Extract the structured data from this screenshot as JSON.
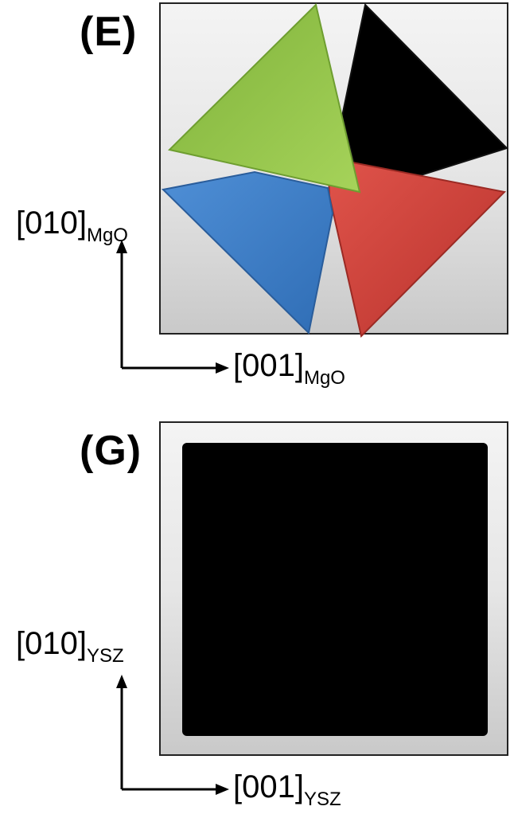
{
  "panels": [
    {
      "id": "E",
      "label": "(E)",
      "axis_vertical": {
        "main": "[010]",
        "sub": "MgO"
      },
      "axis_horizontal": {
        "main": "[001]",
        "sub": "MgO"
      },
      "domains": [
        {
          "name": "green-triangle",
          "color": "#8bc34a"
        },
        {
          "name": "black-triangle",
          "color": "#000000"
        },
        {
          "name": "blue-triangle",
          "color": "#3f7fc9"
        },
        {
          "name": "red-triangle",
          "color": "#d9443c"
        }
      ]
    },
    {
      "id": "G",
      "label": "(G)",
      "axis_vertical": {
        "main": "[010]",
        "sub": "YSZ"
      },
      "axis_horizontal": {
        "main": "[001]",
        "sub": "YSZ"
      },
      "domains": [
        {
          "name": "black-square",
          "color": "#000000"
        }
      ]
    }
  ]
}
